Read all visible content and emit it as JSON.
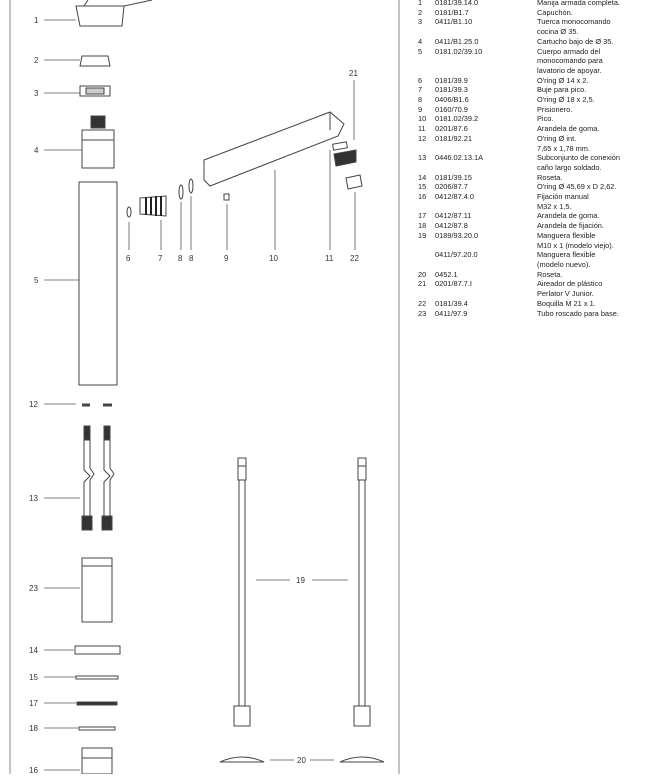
{
  "diagram": {
    "callouts": [
      "1",
      "2",
      "3",
      "4",
      "5",
      "6",
      "7",
      "8",
      "8",
      "9",
      "10",
      "11",
      "12",
      "13",
      "14",
      "15",
      "16",
      "17",
      "18",
      "19",
      "20",
      "21",
      "22",
      "23"
    ]
  },
  "parts_list": [
    {
      "num": "1",
      "code": "0181/39.14.0",
      "desc": [
        "Manija armada completa."
      ]
    },
    {
      "num": "2",
      "code": "0181/B1.7",
      "desc": [
        "Capuchón."
      ]
    },
    {
      "num": "3",
      "code": "0411/B1.10",
      "desc": [
        "Tuerca monocomando",
        "cocina Ø 35."
      ]
    },
    {
      "num": "4",
      "code": "0411/B1.25.0",
      "desc": [
        "Cartucho bajo de Ø 35."
      ]
    },
    {
      "num": "5",
      "code": "0181.02/39.10",
      "desc": [
        "Cuerpo armado del",
        "monocomando para",
        "lavatorio de apoyar."
      ]
    },
    {
      "num": "6",
      "code": "0181/39.9",
      "desc": [
        "O'ring Ø 14 x 2."
      ]
    },
    {
      "num": "7",
      "code": "0181/39.3",
      "desc": [
        "Buje para pico."
      ]
    },
    {
      "num": "8",
      "code": "0406/B1.6",
      "desc": [
        "O'ring Ø 18 x 2,5."
      ]
    },
    {
      "num": "9",
      "code": "0160/70.9",
      "desc": [
        "Prisionero."
      ]
    },
    {
      "num": "10",
      "code": "0181.02/39.2",
      "desc": [
        "Pico."
      ]
    },
    {
      "num": "11",
      "code": "0201/87.6",
      "desc": [
        "Arandela de goma."
      ]
    },
    {
      "num": "12",
      "code": "0181/92.21",
      "desc": [
        "O'ring Ø int.",
        "7,65 x 1,78 mm."
      ]
    },
    {
      "num": "13",
      "code": "0446.02.13.1A",
      "desc": [
        "Subconjunto de conexión",
        "caño largo soldado."
      ]
    },
    {
      "num": "14",
      "code": "0181/39.15",
      "desc": [
        "Roseta."
      ]
    },
    {
      "num": "15",
      "code": "0206/87.7",
      "desc": [
        "O'ring Ø 45,69 x D 2,62."
      ]
    },
    {
      "num": "16",
      "code": "0412/87.4.0",
      "desc": [
        "Fijación manual",
        "M32 x 1,5."
      ]
    },
    {
      "num": "17",
      "code": "0412/87.11",
      "desc": [
        "Arandela de goma."
      ]
    },
    {
      "num": "18",
      "code": "0412/87.8",
      "desc": [
        "Arandela de fijación."
      ]
    },
    {
      "num": "19",
      "code": "0189/93.20.0",
      "desc": [
        "Manguera flexible",
        "M10 x 1 (modelo viejo)."
      ]
    },
    {
      "num": "",
      "code": "0411/97.20.0",
      "desc": [
        "Manguera flexible",
        "(modelo nuevo)."
      ]
    },
    {
      "num": "20",
      "code": "0452.1",
      "desc": [
        "Roseta."
      ]
    },
    {
      "num": "21",
      "code": "0201/87.7.I",
      "desc": [
        "Aireador de plástico",
        "Perlator V Junior."
      ]
    },
    {
      "num": "22",
      "code": "0181/39.4",
      "desc": [
        "Boquilla M 21 x 1."
      ]
    },
    {
      "num": "23",
      "code": "0411/97.9",
      "desc": [
        "Tubo roscado para base."
      ]
    }
  ]
}
